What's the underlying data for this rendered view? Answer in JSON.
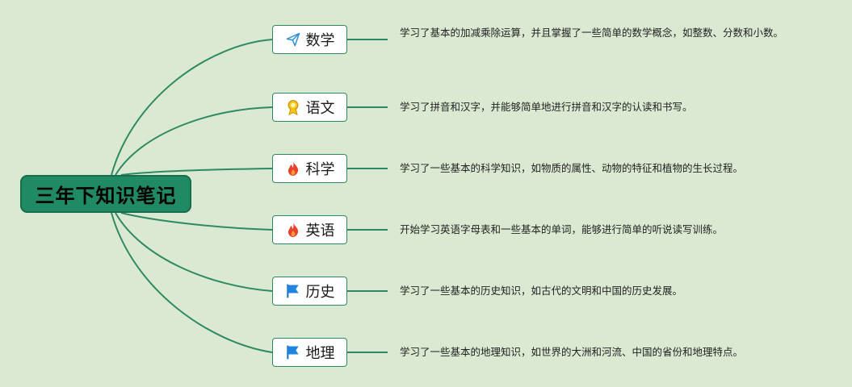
{
  "root": {
    "title": "三年下知识笔记"
  },
  "branches": [
    {
      "label": "数学",
      "icon": "paper-plane-icon",
      "desc": "学习了基本的加减乘除运算，并且掌握了一些简单的数学概念，如整数、分数和小数。"
    },
    {
      "label": "语文",
      "icon": "award-medal-icon",
      "desc": "学习了拼音和汉字，并能够简单地进行拼音和汉字的认读和书写。"
    },
    {
      "label": "科学",
      "icon": "fire-icon",
      "desc": "学习了一些基本的科学知识，如物质的属性、动物的特征和植物的生长过程。"
    },
    {
      "label": "英语",
      "icon": "fire-icon",
      "desc": "开始学习英语字母表和一些基本的单词，能够进行简单的听说读写训练。"
    },
    {
      "label": "历史",
      "icon": "flag-icon",
      "desc": "学习了一些基本的历史知识，如古代的文明和中国的历史发展。"
    },
    {
      "label": "地理",
      "icon": "flag-icon",
      "desc": "学习了一些基本的地理知识，如世界的大洲和河流、中国的省份和地理特点。"
    }
  ],
  "colors": {
    "line": "#2e8a62",
    "root": "#1f8a64",
    "background": "#dbe9d2"
  }
}
